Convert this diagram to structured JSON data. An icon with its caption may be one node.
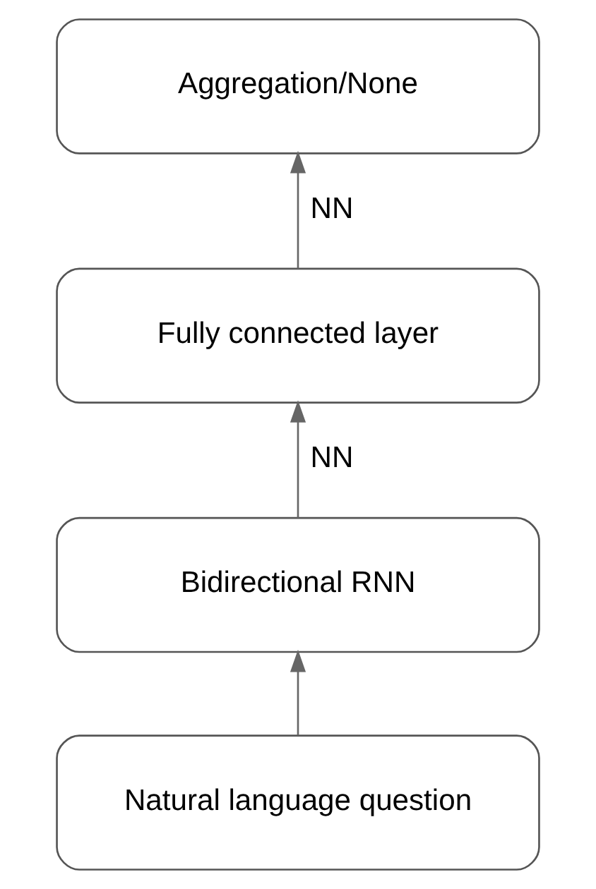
{
  "diagram": {
    "nodes": [
      {
        "text": [
          "Aggregation/None"
        ]
      },
      {
        "text": [
          "Fully connected layer"
        ]
      },
      {
        "text": [
          "Bidirectional RNN"
        ]
      },
      {
        "text": [
          "Natural language question"
        ]
      }
    ],
    "edges": [
      {
        "from": 3,
        "to": 2,
        "arrow": "to"
      },
      {
        "from": 2,
        "to": 1,
        "arrow": "to",
        "label": "NN"
      },
      {
        "from": 1,
        "to": 0,
        "arrow": "to",
        "label": "NN"
      }
    ]
  }
}
